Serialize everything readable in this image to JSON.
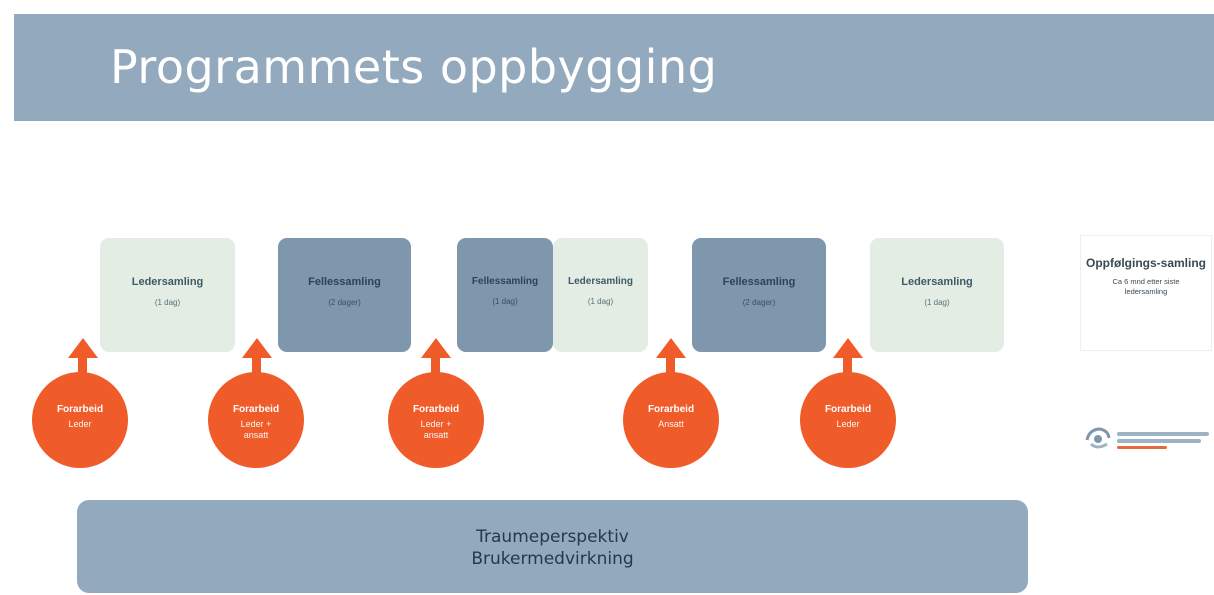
{
  "slide": {
    "title": "Programmets oppbygging"
  },
  "sessions": [
    {
      "name": "Ledersamling",
      "duration": "(1 dag)"
    },
    {
      "name": "Fellessamling",
      "duration": "(2 dager)"
    },
    {
      "name": "Fellessamling",
      "duration": "(1 dag)"
    },
    {
      "name": "Ledersamling",
      "duration": "(1 dag)"
    },
    {
      "name": "Fellessamling",
      "duration": "(2 dager)"
    },
    {
      "name": "Ledersamling",
      "duration": "(1 dag)"
    }
  ],
  "followup": {
    "title": "Oppfølgings-samling",
    "detail": "Ca 6 mnd etter siste ledersamling"
  },
  "prework": [
    {
      "title": "Forarbeid",
      "sub": "Leder"
    },
    {
      "title": "Forarbeid",
      "sub": "Leder + ansatt"
    },
    {
      "title": "Forarbeid",
      "sub": "Leder + ansatt"
    },
    {
      "title": "Forarbeid",
      "sub": "Ansatt"
    },
    {
      "title": "Forarbeid",
      "sub": "Leder"
    }
  ],
  "foundation": {
    "line1": "Traumeperspektiv",
    "line2": "Brukermedvirkning"
  },
  "colors": {
    "banner": "#93a9bd",
    "session_light": "#e3ede4",
    "session_dark": "#7f97ac",
    "prework": "#ef5b29"
  }
}
